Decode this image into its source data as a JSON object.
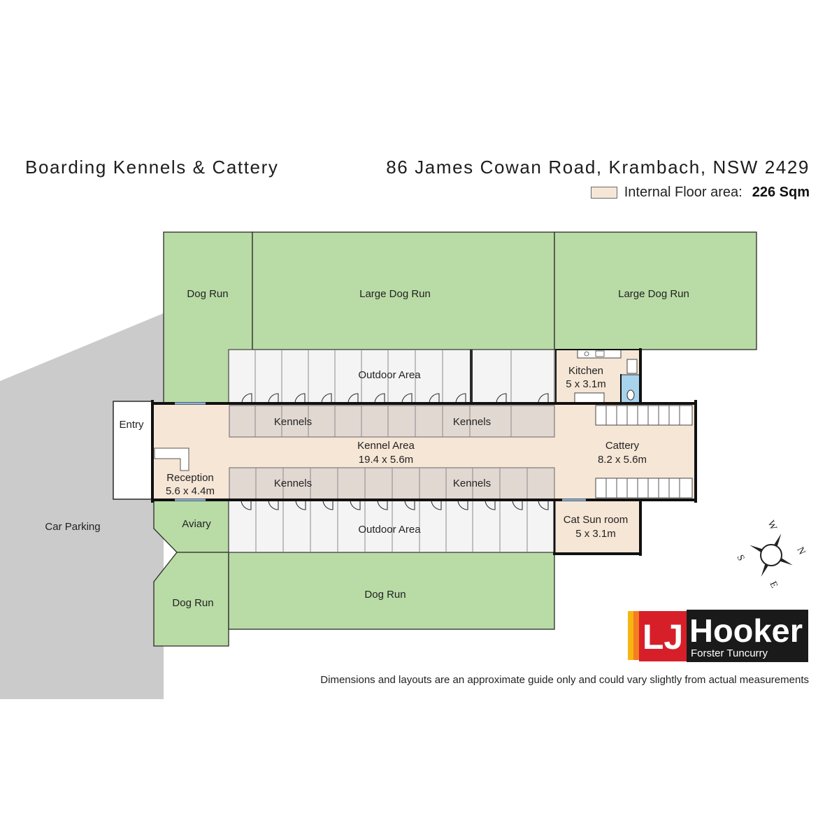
{
  "header": {
    "title": "Boarding Kennels & Cattery",
    "address": "86 James Cowan Road, Krambach, NSW 2429",
    "area_label": "Internal Floor area:",
    "area_value": "226 Sqm"
  },
  "rooms": {
    "dog_run_top": "Dog Run",
    "large_dog_run_1": "Large Dog Run",
    "large_dog_run_2": "Large Dog Run",
    "outdoor_area_top": "Outdoor Area",
    "kitchen_name": "Kitchen",
    "kitchen_dims": "5 x 3.1m",
    "entry": "Entry",
    "kennels_top_left": "Kennels",
    "kennels_top_right": "Kennels",
    "kennel_area_name": "Kennel Area",
    "kennel_area_dims": "19.4 x 5.6m",
    "cattery_name": "Cattery",
    "cattery_dims": "8.2 x 5.6m",
    "reception_name": "Reception",
    "reception_dims": "5.6 x 4.4m",
    "kennels_bottom_left": "Kennels",
    "kennels_bottom_right": "Kennels",
    "car_parking": "Car Parking",
    "aviary": "Aviary",
    "outdoor_area_bottom": "Outdoor Area",
    "cat_sun_room_name": "Cat Sun room",
    "cat_sun_room_dims": "5 x 3.1m",
    "dog_run_left": "Dog Run",
    "dog_run_bottom": "Dog Run"
  },
  "compass": {
    "n": "N",
    "s": "S",
    "e": "E",
    "w": "W"
  },
  "logo": {
    "mark": "LJ",
    "brand": "Hooker",
    "office": "Forster Tuncurry"
  },
  "disclaimer": "Dimensions and layouts are an approximate guide only and could vary slightly from actual measurements",
  "colors": {
    "green": "#b9dba6",
    "internal": "#f6e6d6",
    "kennel": "#e2d8d2",
    "outdoor": "#f4f4f4",
    "parking": "#cbcbcb",
    "bathroom": "#a8d3ec",
    "logo_red": "#d71f2a",
    "logo_yellow": "#f7b514"
  }
}
